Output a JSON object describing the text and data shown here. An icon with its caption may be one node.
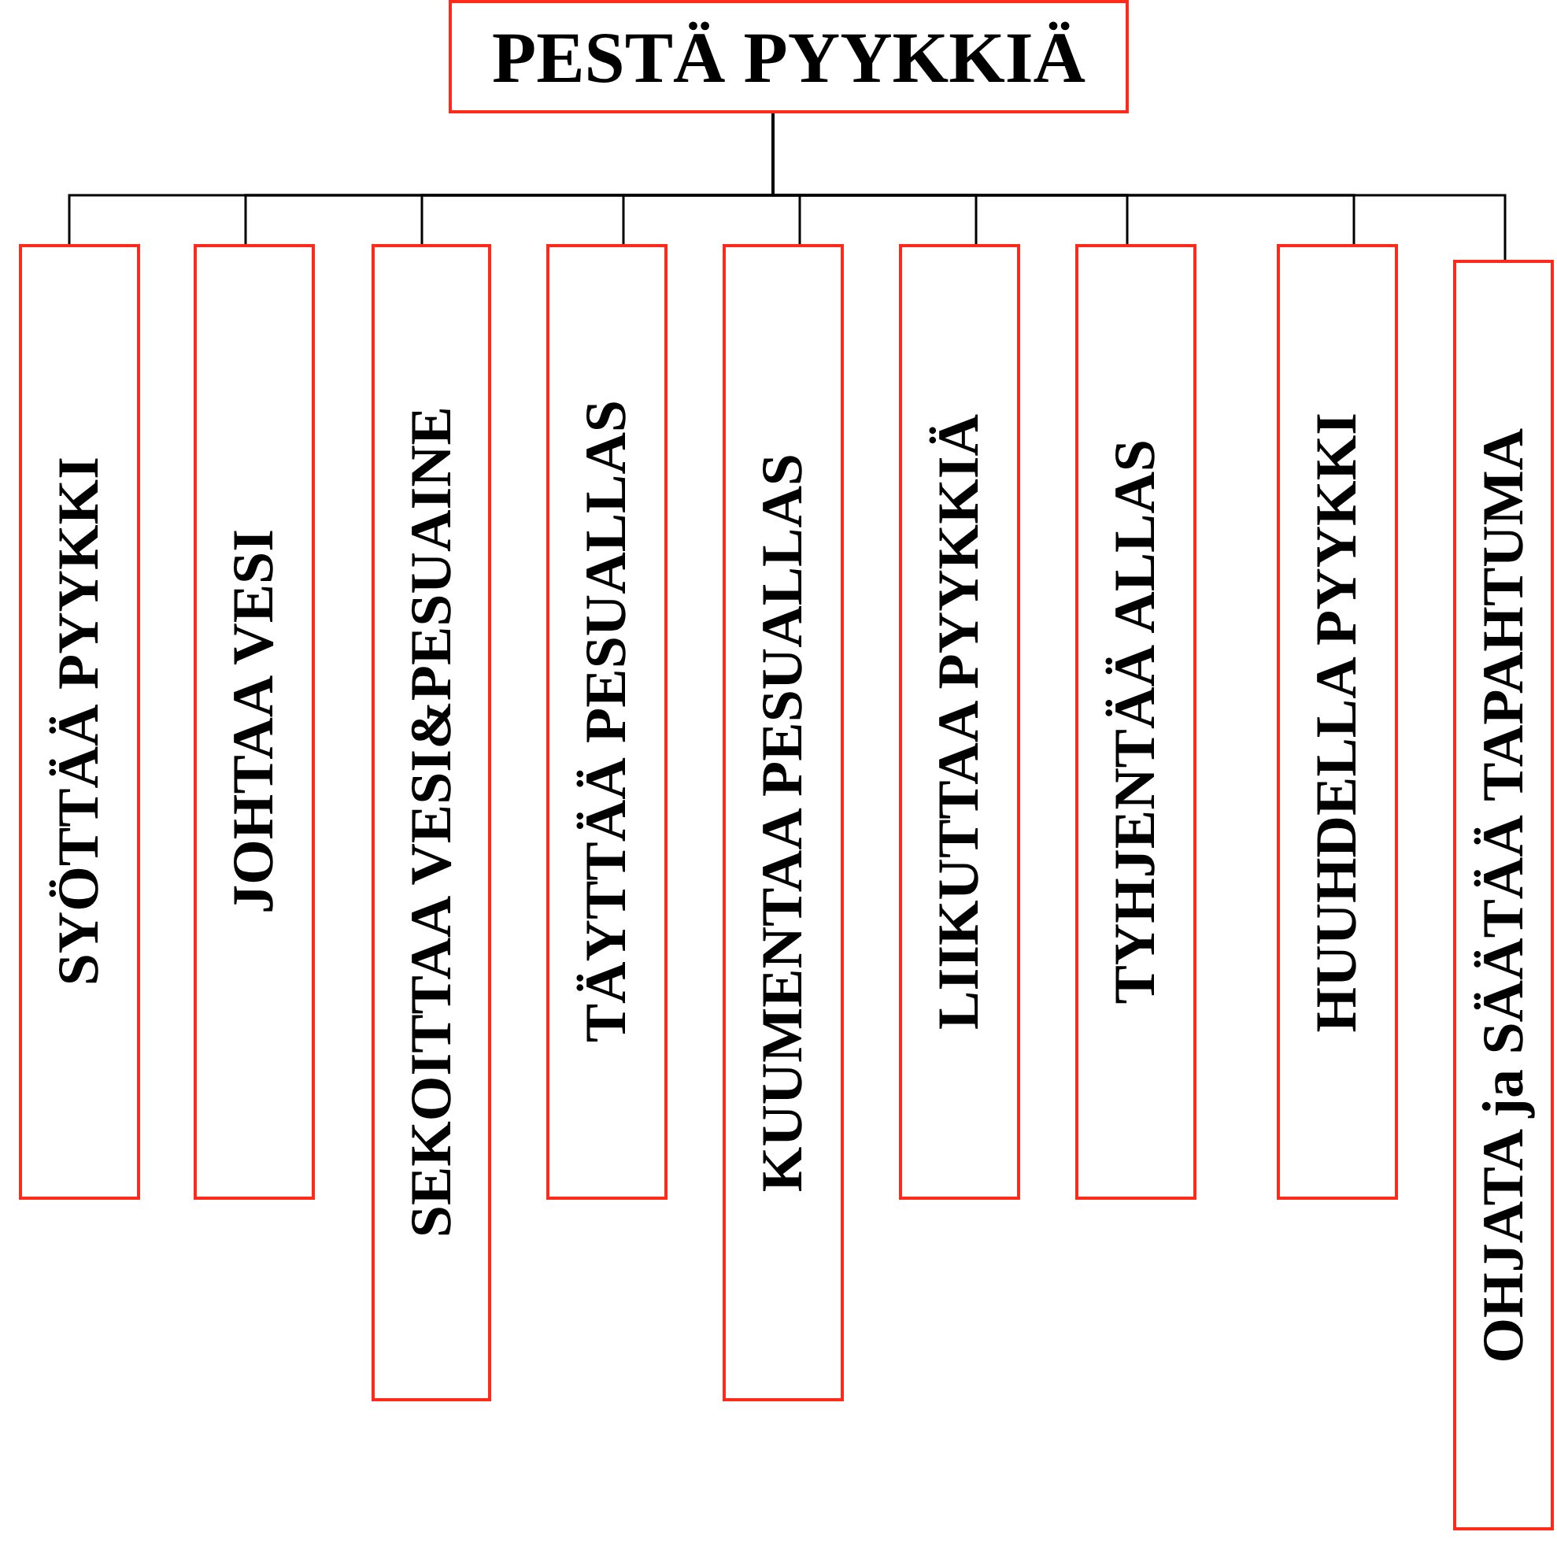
{
  "diagram": {
    "nodes": [
      {
        "text": [
          "PESTÄ PYYKKIÄ"
        ]
      },
      {
        "text": [
          "SYÖTTÄÄ PYYKKI"
        ]
      },
      {
        "text": [
          "JOHTAA VESI"
        ]
      },
      {
        "text": [
          "SEKOITTAA VESI&PESUAINE"
        ]
      },
      {
        "text": [
          "TÄYTTÄÄ PESUALLAS"
        ]
      },
      {
        "text": [
          "KUUMENTAA PESUALLAS"
        ]
      },
      {
        "text": [
          "LIIKUTTAA PYYKKIÄ"
        ]
      },
      {
        "text": [
          "TYHJENTÄÄ ALLAS"
        ]
      },
      {
        "text": [
          "HUUHDELLA PYYKKI"
        ]
      },
      {
        "text": [
          "OHJATA ja SÄÄTÄÄ TAPAHTUMA"
        ]
      }
    ],
    "edges": [
      {
        "from": 0,
        "to": 1,
        "arrow": "none"
      },
      {
        "from": 0,
        "to": 2,
        "arrow": "none"
      },
      {
        "from": 0,
        "to": 3,
        "arrow": "none"
      },
      {
        "from": 0,
        "to": 4,
        "arrow": "none"
      },
      {
        "from": 0,
        "to": 5,
        "arrow": "none"
      },
      {
        "from": 0,
        "to": 6,
        "arrow": "none"
      },
      {
        "from": 0,
        "to": 7,
        "arrow": "none"
      },
      {
        "from": 0,
        "to": 8,
        "arrow": "none"
      },
      {
        "from": 0,
        "to": 9,
        "arrow": "none"
      }
    ]
  }
}
